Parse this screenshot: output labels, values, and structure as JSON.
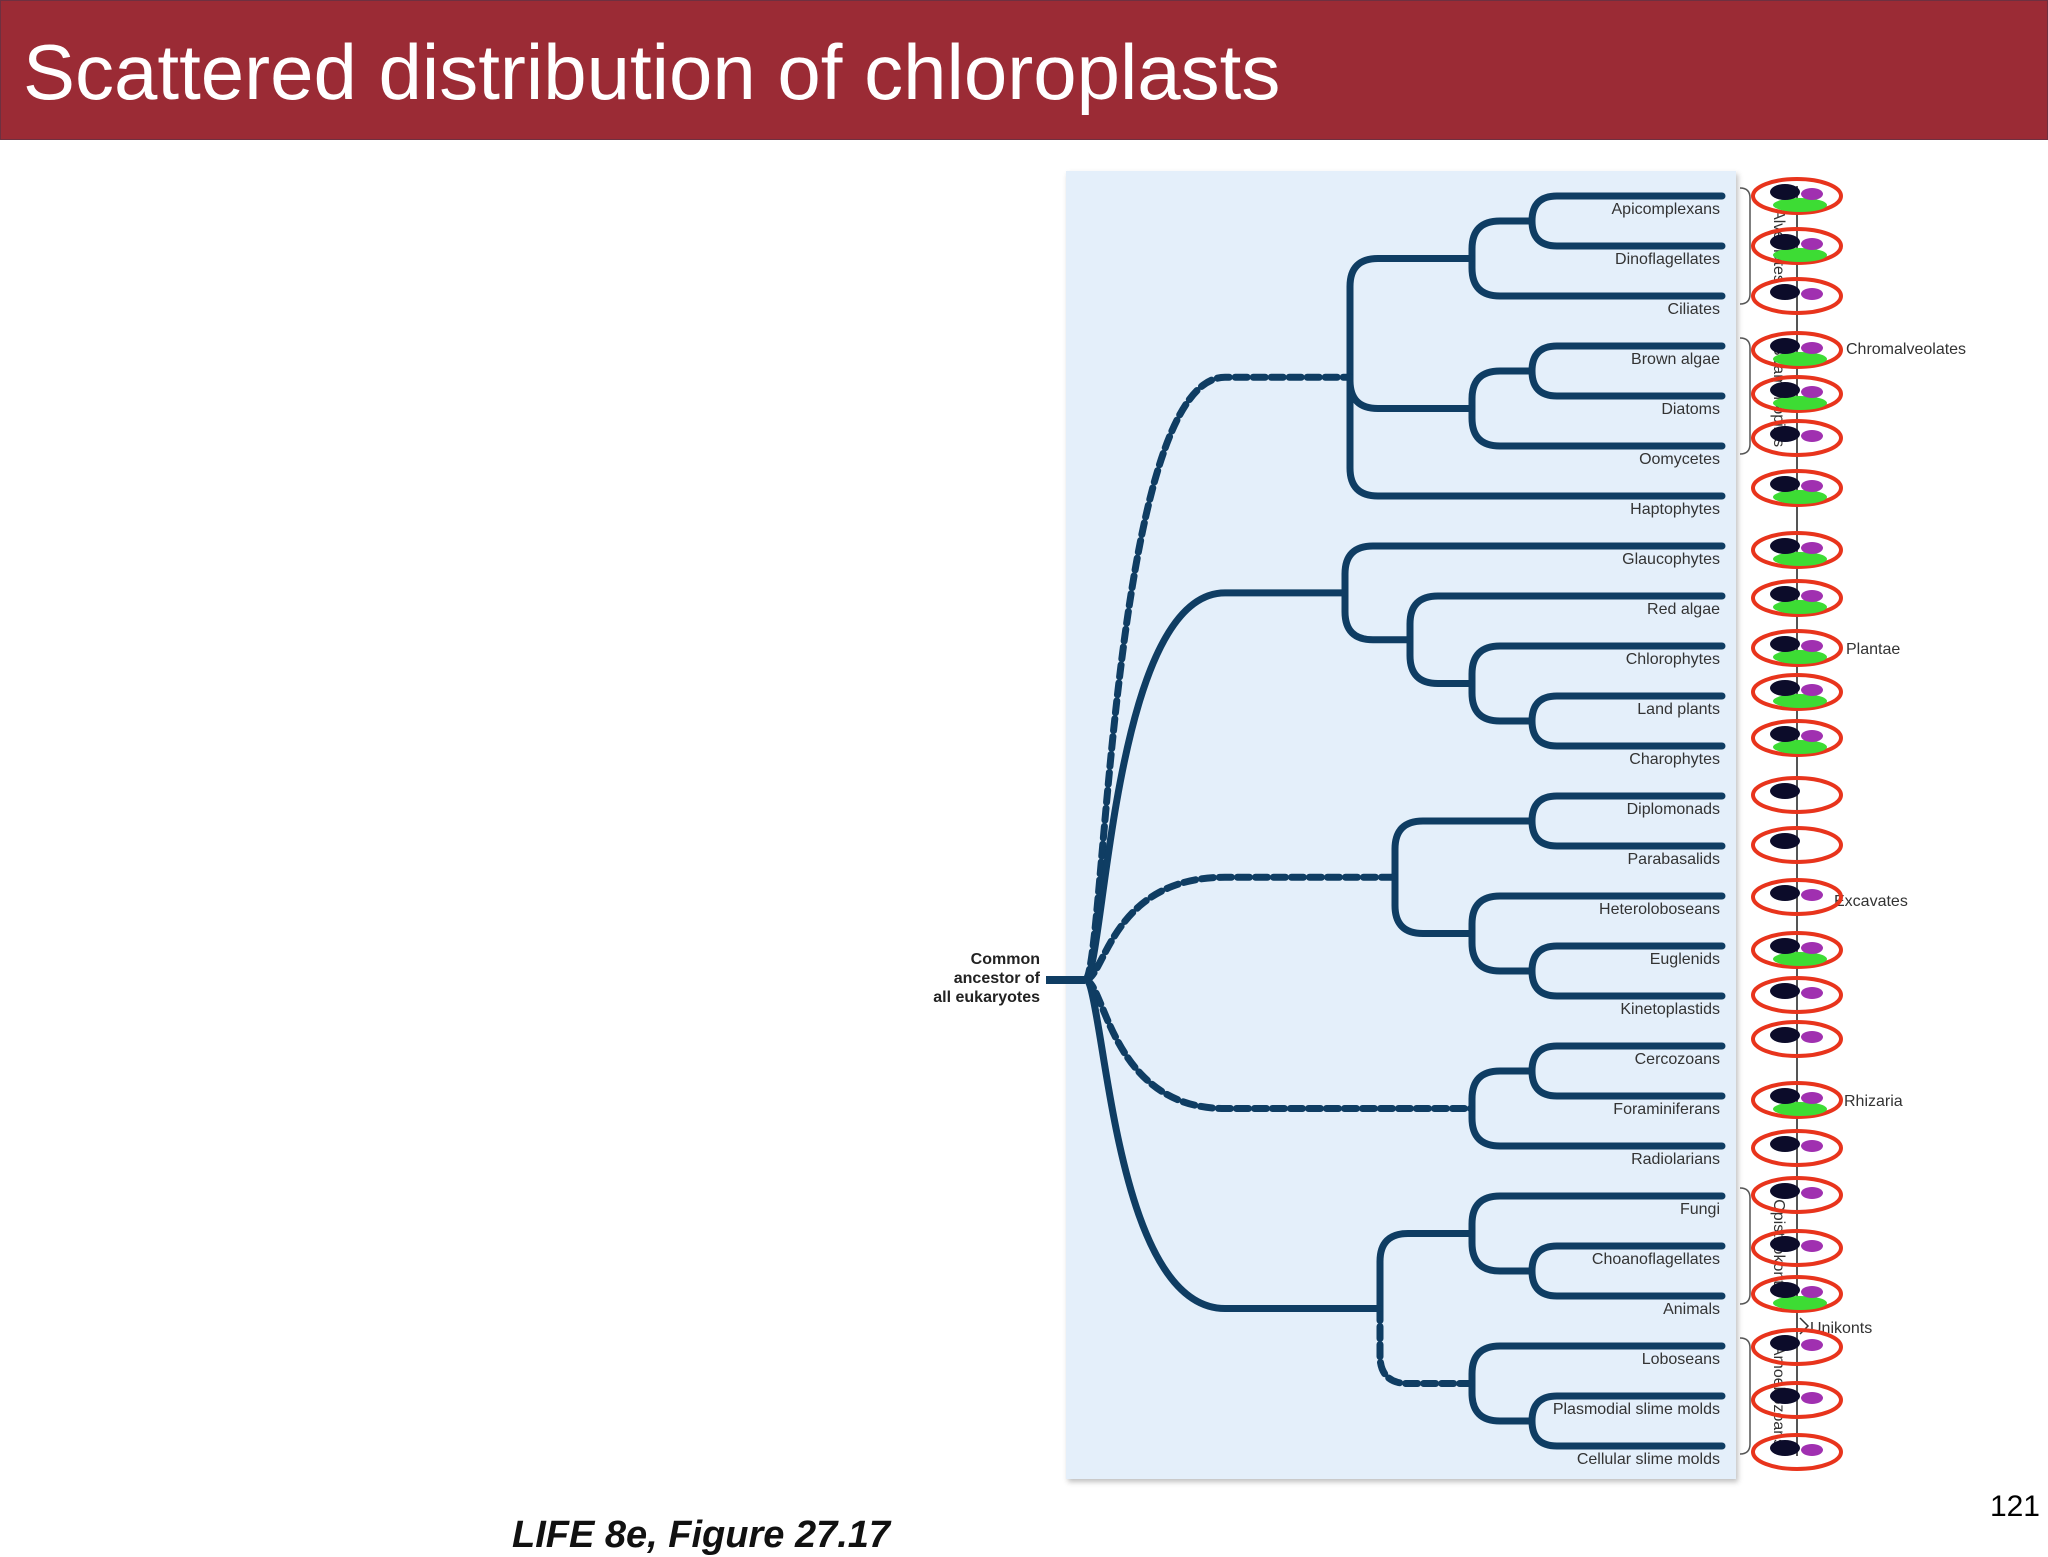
{
  "slide": {
    "title": "Scattered distribution of chloroplasts",
    "page_number": "121",
    "caption": "LIFE 8e, Figure 27.17"
  },
  "colors": {
    "banner": "#9b2b35",
    "panel": "#e4effa",
    "branch": "#0f3d63",
    "nucleus": "#0c0c2a",
    "mitochondrion": "#a030b0",
    "chloroplast": "#3ddc34",
    "cell_outline": "#e8341c"
  },
  "tree": {
    "root_label": [
      "Common",
      "ancestor of",
      "all eukaryotes"
    ],
    "groups": [
      "Alveolates",
      "Stramenopiles",
      "Chromalveolates",
      "Plantae",
      "Excavates",
      "Rhizaria",
      "Opisthokonts",
      "Unikonts",
      "Amoebozoans"
    ],
    "taxa": [
      {
        "name": "Apicomplexans",
        "organelles": [
          "nucleus",
          "mitochondrion",
          "chloroplast"
        ]
      },
      {
        "name": "Dinoflagellates",
        "organelles": [
          "nucleus",
          "mitochondrion",
          "chloroplast"
        ]
      },
      {
        "name": "Ciliates",
        "organelles": [
          "nucleus",
          "mitochondrion"
        ]
      },
      {
        "name": "Brown algae",
        "organelles": [
          "nucleus",
          "mitochondrion",
          "chloroplast"
        ]
      },
      {
        "name": "Diatoms",
        "organelles": [
          "nucleus",
          "mitochondrion",
          "chloroplast"
        ]
      },
      {
        "name": "Oomycetes",
        "organelles": [
          "nucleus",
          "mitochondrion"
        ]
      },
      {
        "name": "Haptophytes",
        "organelles": [
          "nucleus",
          "mitochondrion",
          "chloroplast"
        ]
      },
      {
        "name": "Glaucophytes",
        "organelles": [
          "nucleus",
          "mitochondrion",
          "chloroplast"
        ]
      },
      {
        "name": "Red algae",
        "organelles": [
          "nucleus",
          "mitochondrion",
          "chloroplast"
        ]
      },
      {
        "name": "Chlorophytes",
        "organelles": [
          "nucleus",
          "mitochondrion",
          "chloroplast"
        ]
      },
      {
        "name": "Land plants",
        "organelles": [
          "nucleus",
          "mitochondrion",
          "chloroplast"
        ]
      },
      {
        "name": "Charophytes",
        "organelles": [
          "nucleus",
          "mitochondrion",
          "chloroplast"
        ]
      },
      {
        "name": "Diplomonads",
        "organelles": [
          "nucleus"
        ]
      },
      {
        "name": "Parabasalids",
        "organelles": [
          "nucleus"
        ]
      },
      {
        "name": "Heteroloboseans",
        "organelles": [
          "nucleus",
          "mitochondrion"
        ]
      },
      {
        "name": "Euglenids",
        "organelles": [
          "nucleus",
          "mitochondrion",
          "chloroplast"
        ]
      },
      {
        "name": "Kinetoplastids",
        "organelles": [
          "nucleus",
          "mitochondrion"
        ]
      },
      {
        "name": "Cercozoans",
        "organelles": [
          "nucleus",
          "mitochondrion"
        ]
      },
      {
        "name": "Foraminiferans",
        "organelles": [
          "nucleus",
          "mitochondrion",
          "chloroplast"
        ]
      },
      {
        "name": "Radiolarians",
        "organelles": [
          "nucleus",
          "mitochondrion"
        ]
      },
      {
        "name": "Fungi",
        "organelles": [
          "nucleus",
          "mitochondrion"
        ]
      },
      {
        "name": "Choanoflagellates",
        "organelles": [
          "nucleus",
          "mitochondrion"
        ]
      },
      {
        "name": "Animals",
        "organelles": [
          "nucleus",
          "mitochondrion",
          "chloroplast"
        ]
      },
      {
        "name": "Loboseans",
        "organelles": [
          "nucleus",
          "mitochondrion"
        ]
      },
      {
        "name": "Plasmodial slime molds",
        "organelles": [
          "nucleus",
          "mitochondrion"
        ]
      },
      {
        "name": "Cellular slime molds",
        "organelles": [
          "nucleus",
          "mitochondrion"
        ]
      }
    ]
  }
}
